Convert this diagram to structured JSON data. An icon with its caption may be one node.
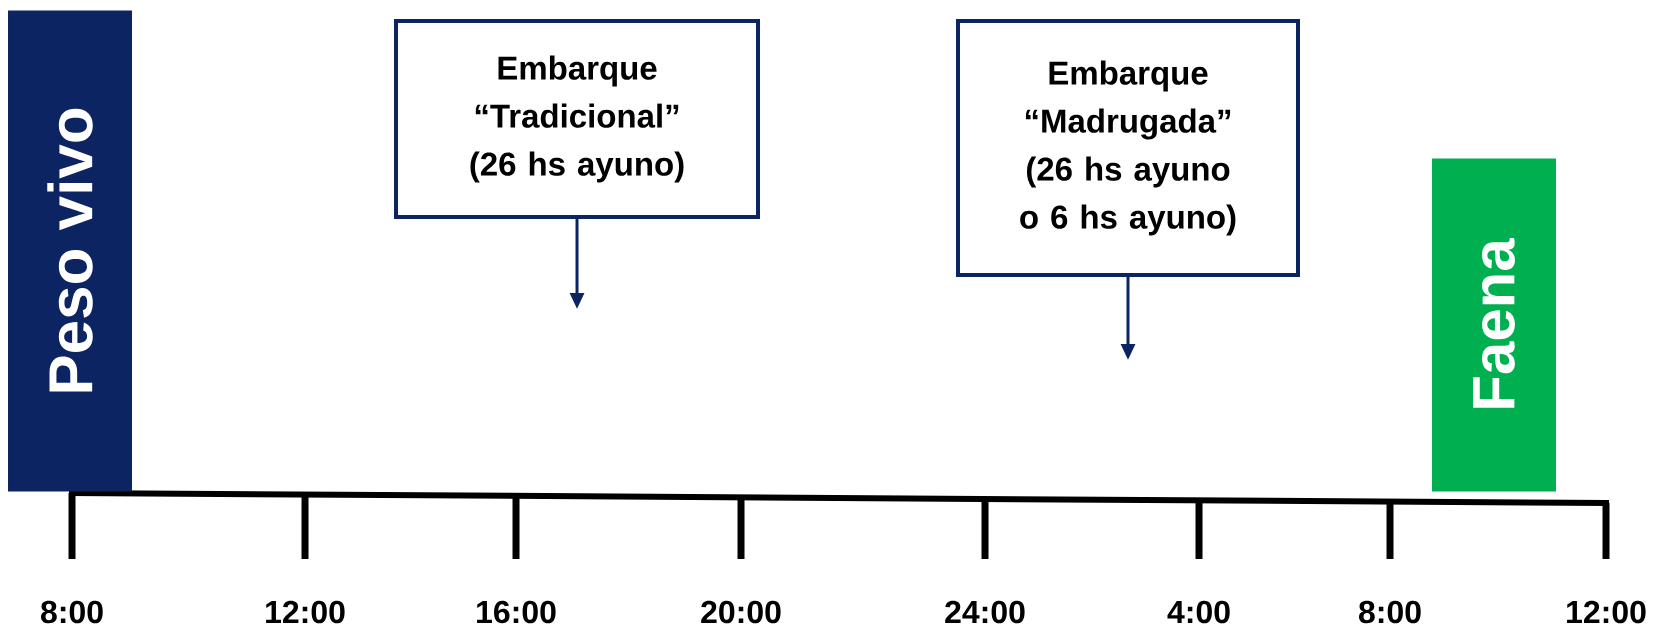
{
  "diagram": {
    "nodes": [
      {
        "text": [
          "Peso vivo"
        ]
      },
      {
        "text": [
          "Embarque “Tradicional” (26 hs ayuno)"
        ]
      },
      {
        "text": [
          "Embarque “Madrugada” (26 hs ayuno o 6 hs ayuno)"
        ]
      },
      {
        "text": [
          "Faena"
        ]
      }
    ],
    "edges": [
      {
        "from": 1,
        "to": null,
        "arrow": "to"
      },
      {
        "from": 2,
        "to": null,
        "arrow": "to"
      }
    ],
    "labels": [
      "8:00",
      "12:00",
      "16:00",
      "20:00",
      "24:00",
      "4:00",
      "8:00",
      "12:00"
    ]
  }
}
